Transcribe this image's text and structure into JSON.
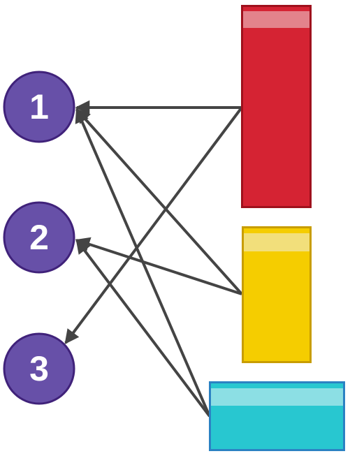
{
  "nodes": [
    {
      "id": "n1",
      "label": "1"
    },
    {
      "id": "n2",
      "label": "2"
    },
    {
      "id": "n3",
      "label": "3"
    }
  ],
  "blocks": [
    {
      "id": "red",
      "fill": "#d52333",
      "stroke": "#9f111d",
      "header_fill": "#e3838c"
    },
    {
      "id": "yellow",
      "fill": "#f5cd00",
      "stroke": "#c89d00",
      "header_fill": "#f2df7b"
    },
    {
      "id": "cyan",
      "fill": "#28c7d0",
      "stroke": "#2b82c3",
      "header_fill": "#8cdfe4"
    }
  ],
  "edges": [
    {
      "from": "red",
      "to": "n1"
    },
    {
      "from": "red",
      "to": "n3"
    },
    {
      "from": "yellow",
      "to": "n1"
    },
    {
      "from": "yellow",
      "to": "n2"
    },
    {
      "from": "cyan",
      "to": "n1"
    },
    {
      "from": "cyan",
      "to": "n2"
    }
  ],
  "colors": {
    "node_fill": "#6750a8",
    "node_stroke": "#40227a",
    "arrow": "#444444"
  }
}
